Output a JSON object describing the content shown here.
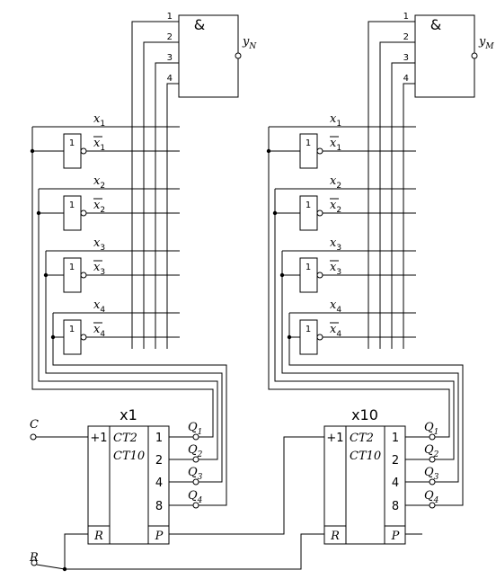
{
  "gate_and_symbol": "&",
  "inverter_symbol": "1",
  "gate_input_numbers": [
    "1",
    "2",
    "3",
    "4"
  ],
  "left_block": {
    "output_main": "y",
    "output_sub": "N",
    "counter_title": "x1",
    "input_label": "C"
  },
  "right_block": {
    "output_main": "y",
    "output_sub": "M",
    "counter_title": "x10"
  },
  "variables": [
    {
      "main": "x",
      "sub": "1"
    },
    {
      "main": "x",
      "sub": "2"
    },
    {
      "main": "x",
      "sub": "3"
    },
    {
      "main": "x",
      "sub": "4"
    }
  ],
  "counter": {
    "count_input": "+1",
    "type_line_1": "CT2",
    "type_line_2": "CT10",
    "reset_pin": "R",
    "carry_pin": "P",
    "weights": [
      "1",
      "2",
      "4",
      "8"
    ],
    "outputs": [
      {
        "main": "Q",
        "sub": "1"
      },
      {
        "main": "Q",
        "sub": "2"
      },
      {
        "main": "Q",
        "sub": "3"
      },
      {
        "main": "Q",
        "sub": "4"
      }
    ]
  },
  "reset_label": "R"
}
